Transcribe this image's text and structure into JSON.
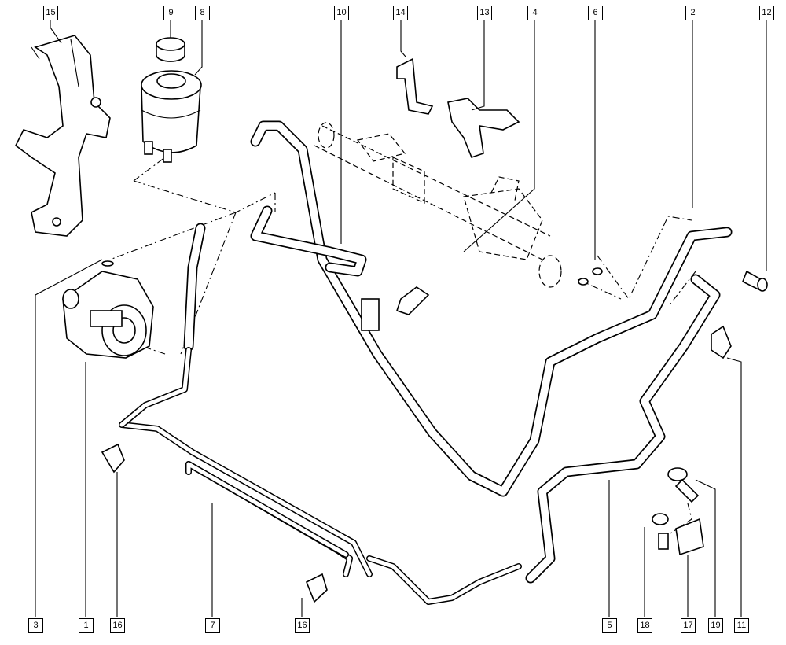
{
  "callouts": [
    {
      "id": "c15",
      "label": "15"
    },
    {
      "id": "c9",
      "label": "9"
    },
    {
      "id": "c8",
      "label": "8"
    },
    {
      "id": "c10",
      "label": "10"
    },
    {
      "id": "c14",
      "label": "14"
    },
    {
      "id": "c13",
      "label": "13"
    },
    {
      "id": "c4",
      "label": "4"
    },
    {
      "id": "c6",
      "label": "6"
    },
    {
      "id": "c2",
      "label": "2"
    },
    {
      "id": "c12",
      "label": "12"
    },
    {
      "id": "c3",
      "label": "3"
    },
    {
      "id": "c1",
      "label": "1"
    },
    {
      "id": "c16a",
      "label": "16"
    },
    {
      "id": "c7",
      "label": "7"
    },
    {
      "id": "c16b",
      "label": "16"
    },
    {
      "id": "c5",
      "label": "5"
    },
    {
      "id": "c18",
      "label": "18"
    },
    {
      "id": "c17",
      "label": "17"
    },
    {
      "id": "c19",
      "label": "19"
    },
    {
      "id": "c11",
      "label": "11"
    }
  ]
}
